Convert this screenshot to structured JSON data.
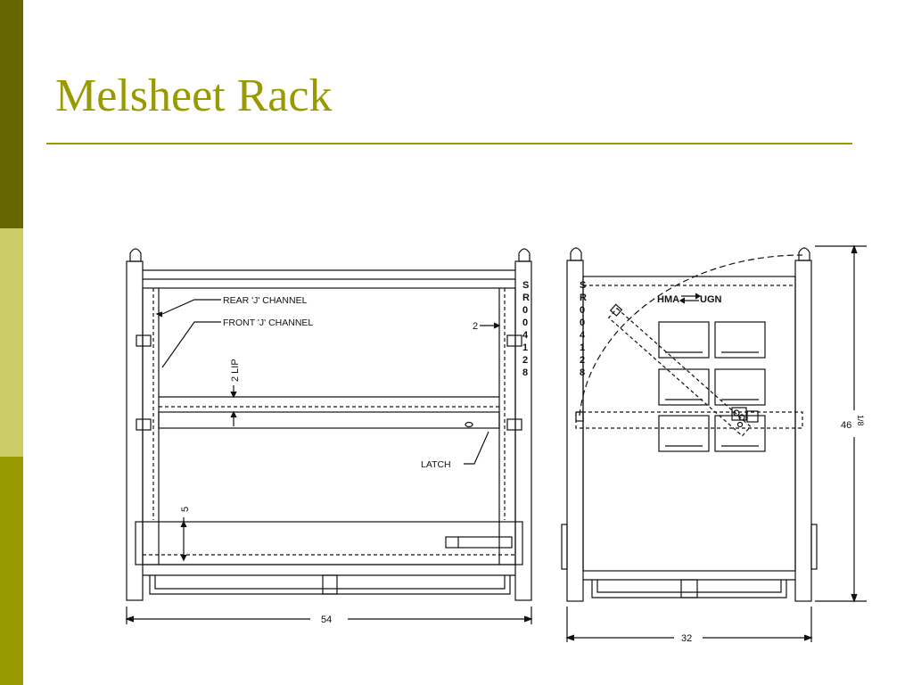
{
  "slide": {
    "title": "Melsheet Rack",
    "band_colors": [
      "#666600",
      "#cccc66",
      "#999900"
    ],
    "accent_color": "#999900"
  },
  "front_view": {
    "labels": {
      "rear_channel": "REAR 'J' CHANNEL",
      "front_channel": "FRONT 'J' CHANNEL",
      "lip": "2 LIP",
      "two": "2",
      "latch": "LATCH",
      "five": "5",
      "width": "54"
    },
    "serial_chars": [
      "S",
      "R",
      "0",
      "0",
      "4",
      "1",
      "2",
      "8"
    ]
  },
  "side_view": {
    "serial_chars": [
      "S",
      "R",
      "0",
      "0",
      "4",
      "1",
      "2",
      "8"
    ],
    "hma_label": "HMA",
    "ugn_label": "UGN",
    "height": "46",
    "height_fraction": "1/8",
    "depth": "32"
  }
}
